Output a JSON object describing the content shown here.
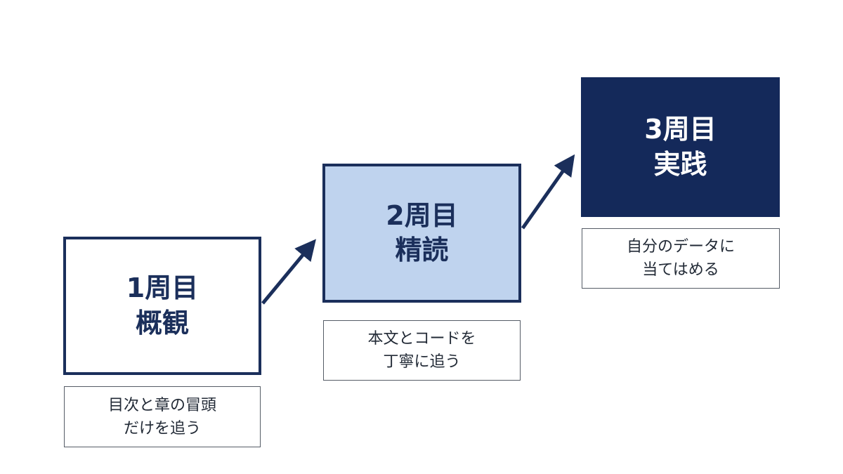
{
  "colors": {
    "navy": "#1b2f5b",
    "dark_navy": "#14295a",
    "light_blue": "#bfd3ee",
    "caption_border": "#555c66"
  },
  "stages": [
    {
      "round": "1周目",
      "title": "概観",
      "caption_line1": "目次と章の冒頭",
      "caption_line2": "だけを追う"
    },
    {
      "round": "2周目",
      "title": "精読",
      "caption_line1": "本文とコードを",
      "caption_line2": "丁寧に追う"
    },
    {
      "round": "3周目",
      "title": "実践",
      "caption_line1": "自分のデータに",
      "caption_line2": "当てはめる"
    }
  ]
}
